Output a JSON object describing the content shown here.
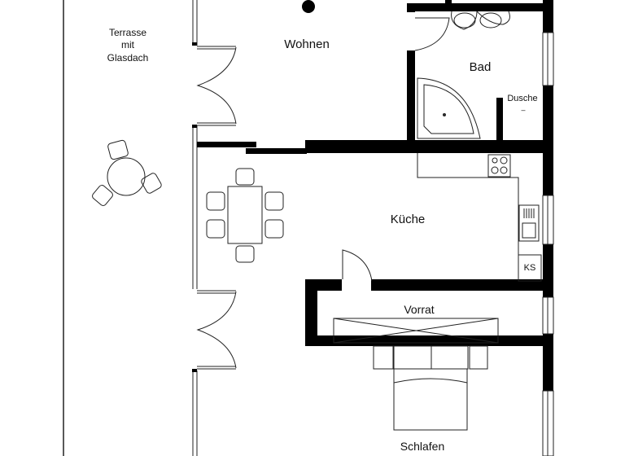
{
  "rooms": {
    "terrace": [
      "Terrasse",
      "mit",
      "Glasdach"
    ],
    "living": "Wohnen",
    "bath": "Bad",
    "shower": "Dusche",
    "shower_mark": "–",
    "kitchen": "Küche",
    "fridge": "KS",
    "pantry": "Vorrat",
    "bedroom": "Schlafen"
  },
  "colors": {
    "wall": "#000000",
    "line": "#222222",
    "background": "#ffffff"
  }
}
